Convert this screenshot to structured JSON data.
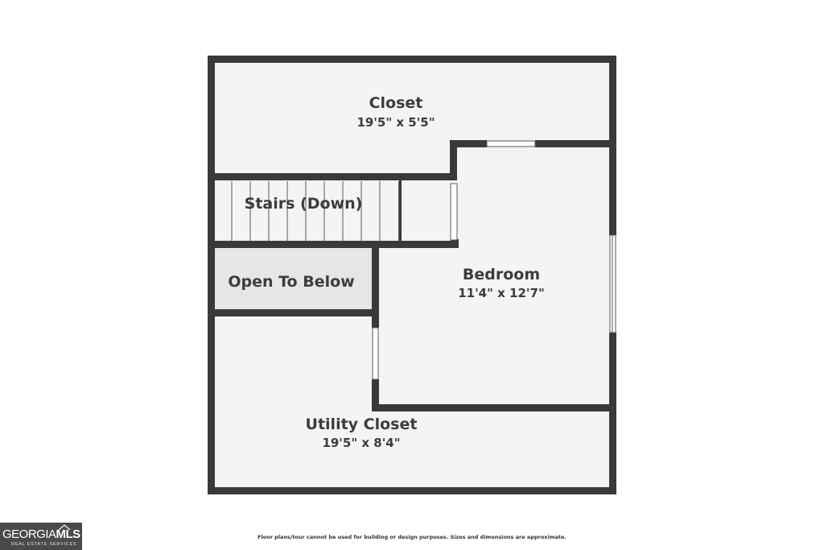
{
  "rooms": {
    "closet": {
      "name": "Closet",
      "dims": "19'5\" x 5'5\""
    },
    "stairs": {
      "name": "Stairs (Down)"
    },
    "open": {
      "name": "Open To Below"
    },
    "bedroom": {
      "name": "Bedroom",
      "dims": "11'4\" x 12'7\""
    },
    "utility": {
      "name": "Utility Closet",
      "dims": "19'5\" x 8'4\""
    }
  },
  "disclaimer": "Floor plans/tour cannot be used for building or design purposes. Sizes and dimensions are approximate.",
  "logo": {
    "brand_left": "GEORGIA",
    "brand_right": "MLS",
    "sub": "REAL ESTATE SERVICES"
  },
  "colors": {
    "wall": "#3a3a3c",
    "floor": "#f4f4f4",
    "open_floor": "#e6e6e6"
  }
}
